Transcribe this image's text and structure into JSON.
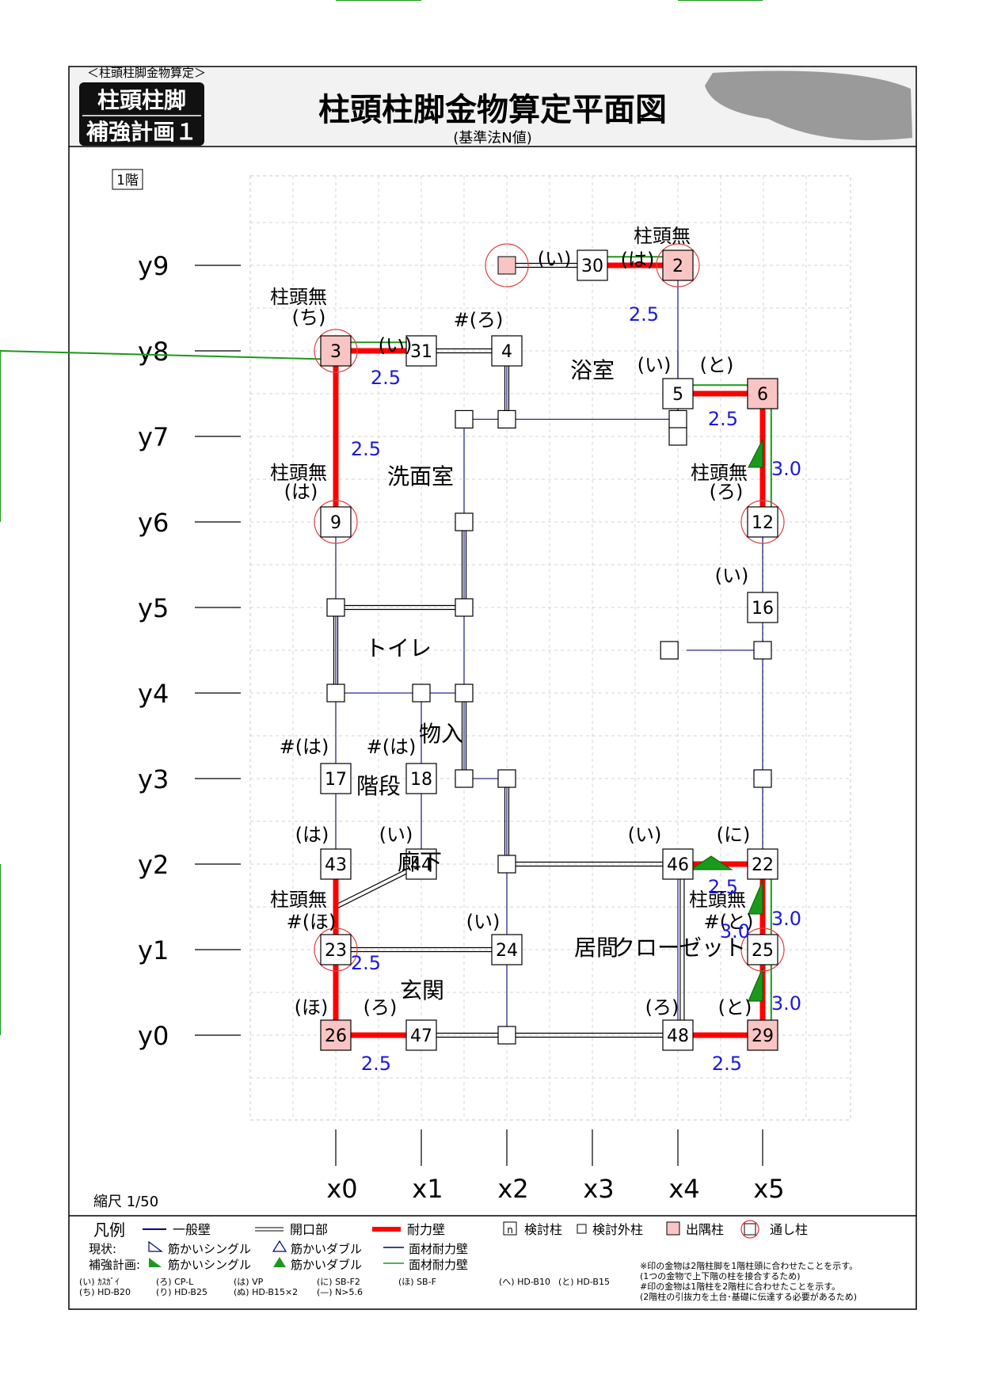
{
  "header": {
    "category_label": "＜柱頭柱脚金物算定＞",
    "badge_line1": "柱頭柱脚",
    "badge_line2": "補強計画１",
    "title": "柱頭柱脚金物算定平面図",
    "subtitle": "(基準法N値)"
  },
  "floor_label": "1階",
  "grid": {
    "y_labels": [
      "y9",
      "y8",
      "y7",
      "y6",
      "y5",
      "y4",
      "y3",
      "y2",
      "y1",
      "y0"
    ],
    "x_labels": [
      "x0",
      "x1",
      "x2",
      "x3",
      "x4",
      "x5"
    ]
  },
  "scale": "縮尺 1/50",
  "columns": [
    {
      "id": "2",
      "fill": "pink",
      "circle": true
    },
    {
      "id": "3",
      "fill": "pink",
      "circle": true
    },
    {
      "id": "4",
      "fill": "white",
      "circle": false
    },
    {
      "id": "5",
      "fill": "white",
      "circle": false
    },
    {
      "id": "6",
      "fill": "pink",
      "circle": false
    },
    {
      "id": "9",
      "fill": "white",
      "circle": true
    },
    {
      "id": "12",
      "fill": "white",
      "circle": true
    },
    {
      "id": "16",
      "fill": "white",
      "circle": false
    },
    {
      "id": "17",
      "fill": "white",
      "circle": false
    },
    {
      "id": "18",
      "fill": "white",
      "circle": false
    },
    {
      "id": "22",
      "fill": "white",
      "circle": false
    },
    {
      "id": "23",
      "fill": "white",
      "circle": true
    },
    {
      "id": "24",
      "fill": "white",
      "circle": false
    },
    {
      "id": "25",
      "fill": "white",
      "circle": true
    },
    {
      "id": "26",
      "fill": "pink",
      "circle": false
    },
    {
      "id": "29",
      "fill": "pink",
      "circle": false
    },
    {
      "id": "30",
      "fill": "white",
      "circle": false
    },
    {
      "id": "31",
      "fill": "white",
      "circle": false
    },
    {
      "id": "43",
      "fill": "white",
      "circle": false
    },
    {
      "id": "44",
      "fill": "white",
      "circle": false
    },
    {
      "id": "46",
      "fill": "white",
      "circle": false
    },
    {
      "id": "47",
      "fill": "white",
      "circle": false
    },
    {
      "id": "48",
      "fill": "white",
      "circle": false
    }
  ],
  "hardware_labels": [
    "柱頭無",
    "(ち)",
    "(い)",
    "#(ろ)",
    "(い)",
    "柱頭無",
    "(は)",
    "(い)",
    "(と)",
    "柱頭無",
    "(は)",
    "柱頭無",
    "(ろ)",
    "(い)",
    "#(は)",
    "#(は)",
    "(は)",
    "(い)",
    "(い)",
    "(に)",
    "柱頭無",
    "#(ほ)",
    "(い)",
    "柱頭無",
    "#(と)",
    "(ほ)",
    "(ろ)",
    "(ろ)",
    "(と)"
  ],
  "wall_values": [
    "2.5",
    "2.5",
    "2.5",
    "2.5",
    "3.0",
    "2.5",
    "3.0",
    "3.0",
    "2.5",
    "3.0",
    "2.5",
    "2.5"
  ],
  "rooms": [
    "浴室",
    "洗面室",
    "トイレ",
    "物入",
    "階段",
    "廊下",
    "居間",
    "クローゼット",
    "玄関"
  ],
  "legend": {
    "title": "凡例",
    "general_wall": "一般壁",
    "opening": "開口部",
    "bearing_wall": "耐力壁",
    "check_column": "検討柱",
    "check_column_mark": "n",
    "excluded_column": "検討外柱",
    "exit_column": "出隅柱",
    "through_column": "通し柱",
    "current_label": "現状:",
    "reinforce_label": "補強計画:",
    "brace_single": "筋かいシングル",
    "brace_double": "筋かいダブル",
    "panel_wall": "面材耐力壁",
    "hardware_codes": [
      [
        "(い) ｶｽｶﾞｲ",
        "(ろ) CP-L",
        "(は) VP",
        "(に) SB-F2",
        "(ほ) SB-F",
        "(へ) HD-B10",
        "(と) HD-B15"
      ],
      [
        "(ち) HD-B20",
        "(り) HD-B25",
        "(ぬ) HD-B15×2",
        "(—) N>5.6"
      ]
    ],
    "notes": [
      "※印の金物は2階柱脚を1階柱頭に合わせたことを示す。",
      "(1つの金物で上下階の柱を接合するため)",
      "#印の金物は1階柱を2階柱に合わせたことを示す。",
      "(2階柱の引抜力を土台･基礎に伝達する必要があるため)"
    ]
  }
}
